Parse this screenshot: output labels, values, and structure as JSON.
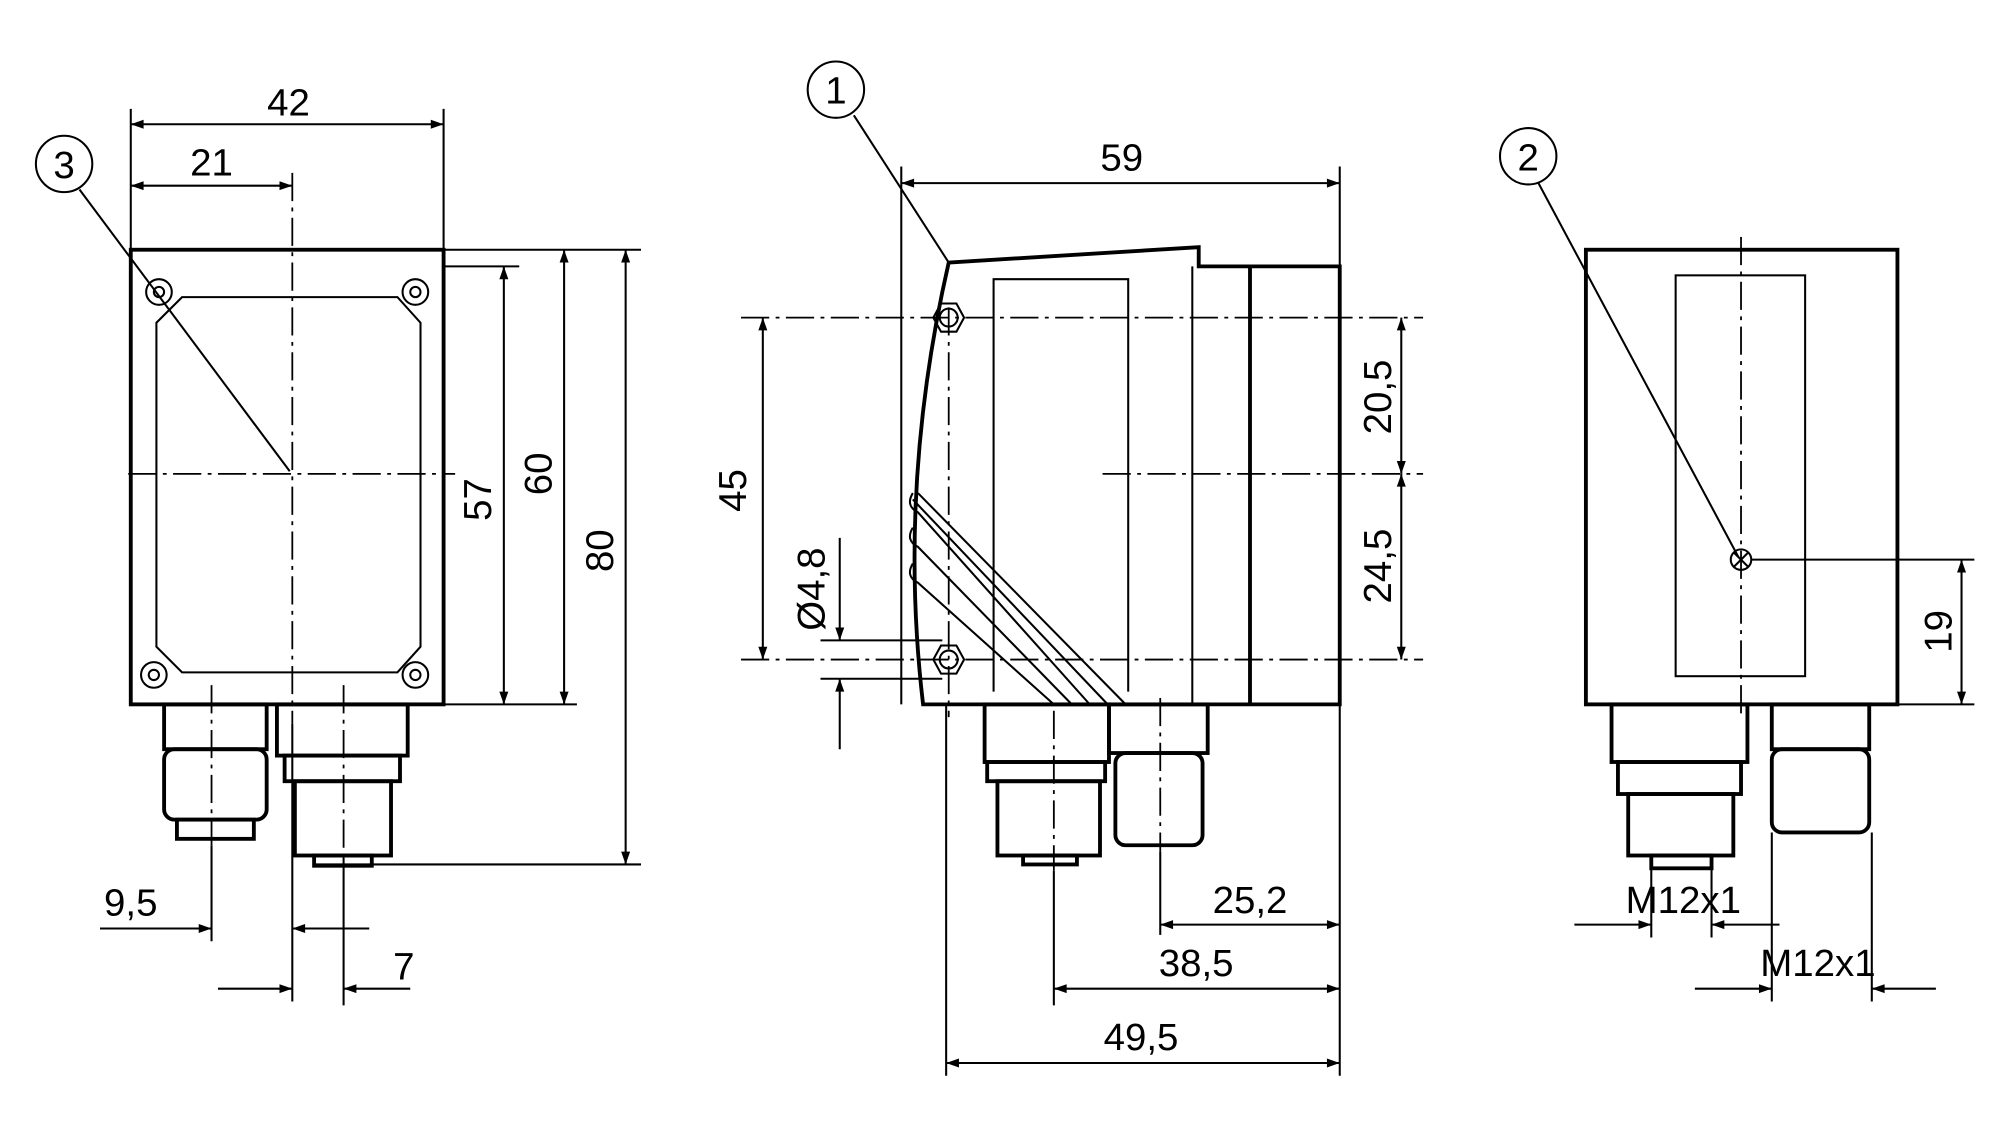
{
  "callouts": {
    "c1": "1",
    "c2": "2",
    "c3": "3"
  },
  "dimensions": {
    "width_42": "42",
    "half_21": "21",
    "h_57": "57",
    "h_60": "60",
    "h_80": "80",
    "d_9_5": "9,5",
    "d_7": "7",
    "d_59": "59",
    "d_45": "45",
    "d_20_5": "20,5",
    "d_24_5": "24,5",
    "d_dia_4_8": "Ø4,8",
    "d_25_2": "25,2",
    "d_38_5": "38,5",
    "d_49_5": "49,5",
    "d_19": "19",
    "thread_1": "M12x1",
    "thread_2": "M12x1"
  }
}
